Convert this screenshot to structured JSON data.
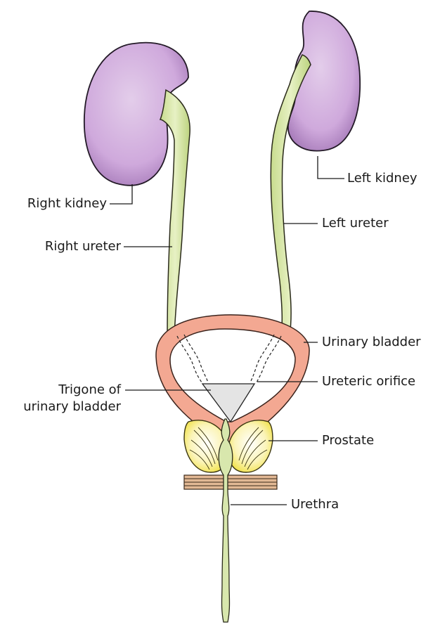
{
  "labels": {
    "left_kidney": "Left kidney",
    "right_kidney": "Right kidney",
    "left_ureter": "Left ureter",
    "right_ureter": "Right ureter",
    "urinary_bladder": "Urinary bladder",
    "ureteric_orifice": "Ureteric orifice",
    "trigone_line1": "Trigone of",
    "trigone_line2": "urinary bladder",
    "prostate": "Prostate",
    "urethra": "Urethra"
  },
  "colors": {
    "kidney": "#c9a3d6",
    "kidney_outline": "#2a1f2e",
    "ureter": "#d6e7a8",
    "bladder": "#f0a28c",
    "trigone": "#e6e6e6",
    "prostate": "#f5ea6e",
    "diaphragm": "#d9b08a"
  }
}
